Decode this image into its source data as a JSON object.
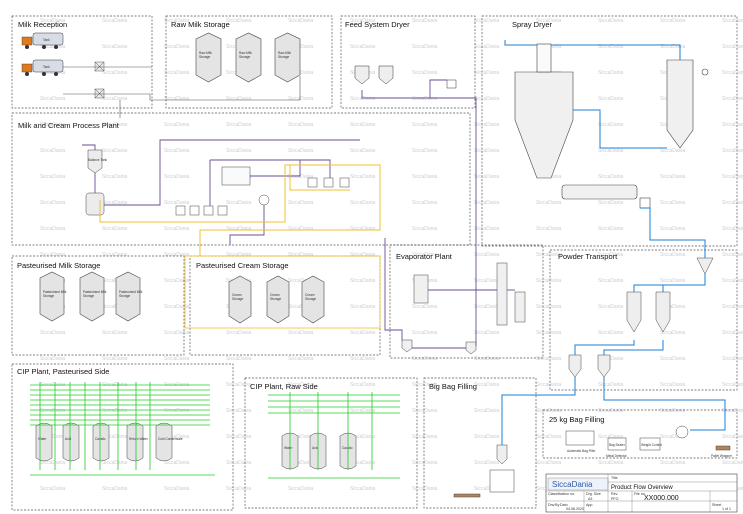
{
  "sections": {
    "milk_reception": "Milk Reception",
    "raw_milk_storage": "Raw Milk Storage",
    "feed_system_dryer": "Feed System Dryer",
    "spray_dryer": "Spray Dryer",
    "milk_cream_process": "Milk and Cream Process Plant",
    "pasteurised_milk": "Pasteurised Milk Storage",
    "pasteurised_cream": "Pasteurised Cream Storage",
    "evaporator": "Evaporator Plant",
    "powder_transport": "Powder Transport",
    "cip_pasteurised": "CIP Plant, Pasteurised Side",
    "cip_raw": "CIP Plant, Raw Side",
    "big_bag": "Big Bag Filling",
    "bag_filling_25": "25 kg Bag Filling"
  },
  "labels": {
    "truck_tank_1": "Tank",
    "truck_tank_2": "Tank",
    "raw_silos": [
      "Raw Milk Storage",
      "Raw Milk Storage",
      "Raw Milk Storage"
    ],
    "past_milk_silos": [
      "Pasteurised Milk Storage",
      "Pasteurised Milk Storage",
      "Pasteurised Milk Storage"
    ],
    "cream_silos": [
      "Cream Storage",
      "Cream Storage",
      "Cream Storage"
    ],
    "cip_past_tanks": [
      "Water",
      "Acid",
      "Caustic",
      "Return Water",
      "Cold Condensate"
    ],
    "cip_raw_tanks": [
      "Water",
      "Acid",
      "Caustic"
    ],
    "balance_tank": "Balance Tank",
    "bag_station_1": "Automatic Bag Filler",
    "bag_station_2": "Bag Sealer",
    "bag_station_3": "Weight Control",
    "metal_detector": "Metal Detector",
    "pallet_wrapper": "Pallet Wrapper"
  },
  "title_block": {
    "brand": "SiccaDania",
    "title_label": "Title",
    "title": "Product Flow Overview",
    "classification_label": "Classification no.",
    "drg_label": "Drg. Size",
    "drg_value": "A3",
    "file_label": "File no.",
    "file_value": "XX000.000",
    "rev_label": "Rev.",
    "rev_value": "PFO",
    "drawn_label": "Drw.By",
    "date_label": "Dato",
    "date_value": "04.08.2020",
    "app_label": "App.",
    "sheet_label": "Sheet",
    "sheet_value": "1 of 1"
  },
  "watermark": "SiccaDania",
  "colors": {
    "product": "#6a4c93",
    "cream": "#f2c12e",
    "cip": "#22cc22",
    "powder": "#1a7fd6",
    "frame": "#555555",
    "equipment": "#9a9a9a"
  }
}
